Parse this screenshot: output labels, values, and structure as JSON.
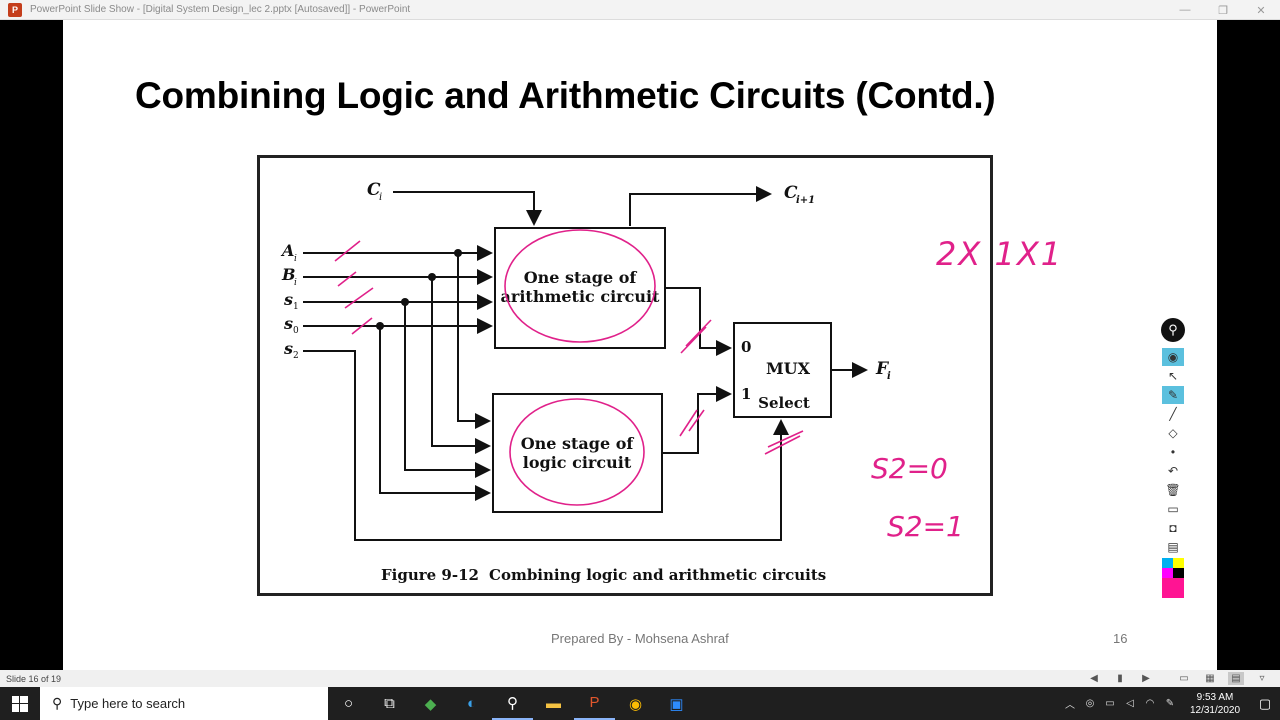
{
  "window": {
    "title": "PowerPoint Slide Show - [Digital System Design_lec 2.pptx [Autosaved]] - PowerPoint",
    "app_icon": "P",
    "buttons": [
      "—",
      "❐",
      "✕"
    ]
  },
  "slide": {
    "title": "Combining Logic and Arithmetic Circuits (Contd.)",
    "footer": "Prepared By - Mohsena Ashraf",
    "number": "16",
    "figure": {
      "inputs": {
        "ci": "C",
        "ci_sub": "i",
        "ai": "A",
        "ai_sub": "i",
        "bi": "B",
        "bi_sub": "i",
        "s1": "s",
        "s1_sub": "1",
        "s0": "s",
        "s0_sub": "0",
        "s2": "s",
        "s2_sub": "2"
      },
      "carry_out": "C",
      "carry_out_sub": "i+1",
      "arith_block": [
        "One stage of",
        "arithmetic circuit"
      ],
      "logic_block": [
        "One stage of",
        "logic circuit"
      ],
      "mux": {
        "input0": "0",
        "input1": "1",
        "label": "MUX",
        "select": "Select"
      },
      "output": "F",
      "output_sub": "i",
      "caption_number": "Figure 9-12",
      "caption_text": "Combining logic and arithmetic circuits"
    },
    "annotations": {
      "top_right": "2X  1X1",
      "s2_zero": "S2=0",
      "s2_one": "S2=1",
      "pen_color": "#e0218a"
    }
  },
  "pen_toolbar": {
    "tools": [
      "eye-icon",
      "pointer-icon",
      "highlighter-icon",
      "pen-icon",
      "eraser-icon",
      "dot-icon",
      "undo-icon",
      "trash-icon",
      "screen-icon",
      "camera-icon",
      "clipboard-icon"
    ],
    "palette": [
      "#00b0f0",
      "#ffff00",
      "#ff00ff",
      "#000000",
      "#ff1493"
    ]
  },
  "statusbar": {
    "slide_of": "Slide 16 of 19"
  },
  "taskbar": {
    "search_placeholder": "Type here to search",
    "time": "9:53 AM",
    "date": "12/31/2020"
  }
}
